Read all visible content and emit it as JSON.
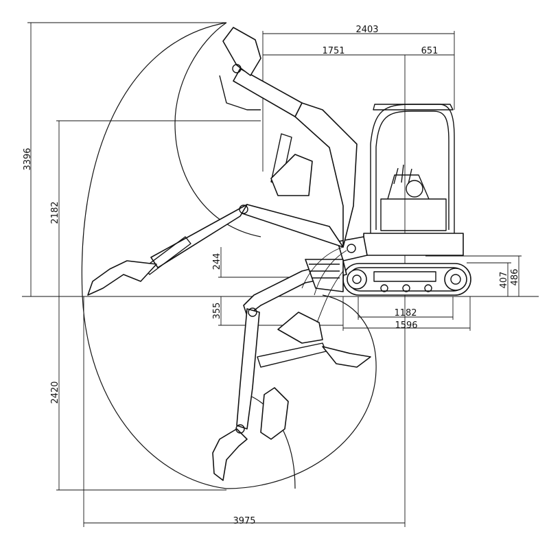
{
  "dimensions": {
    "overall_length": "2403",
    "front_length": "1751",
    "rear_length": "651",
    "max_height": "3396",
    "dump_height": "2182",
    "track_height": "407",
    "cab_base_height": "486",
    "lift_above_ground": "244",
    "blade_depth": "355",
    "track_length_inner": "1182",
    "track_length_outer": "1596",
    "dig_depth": "2420",
    "reach": "3975"
  }
}
